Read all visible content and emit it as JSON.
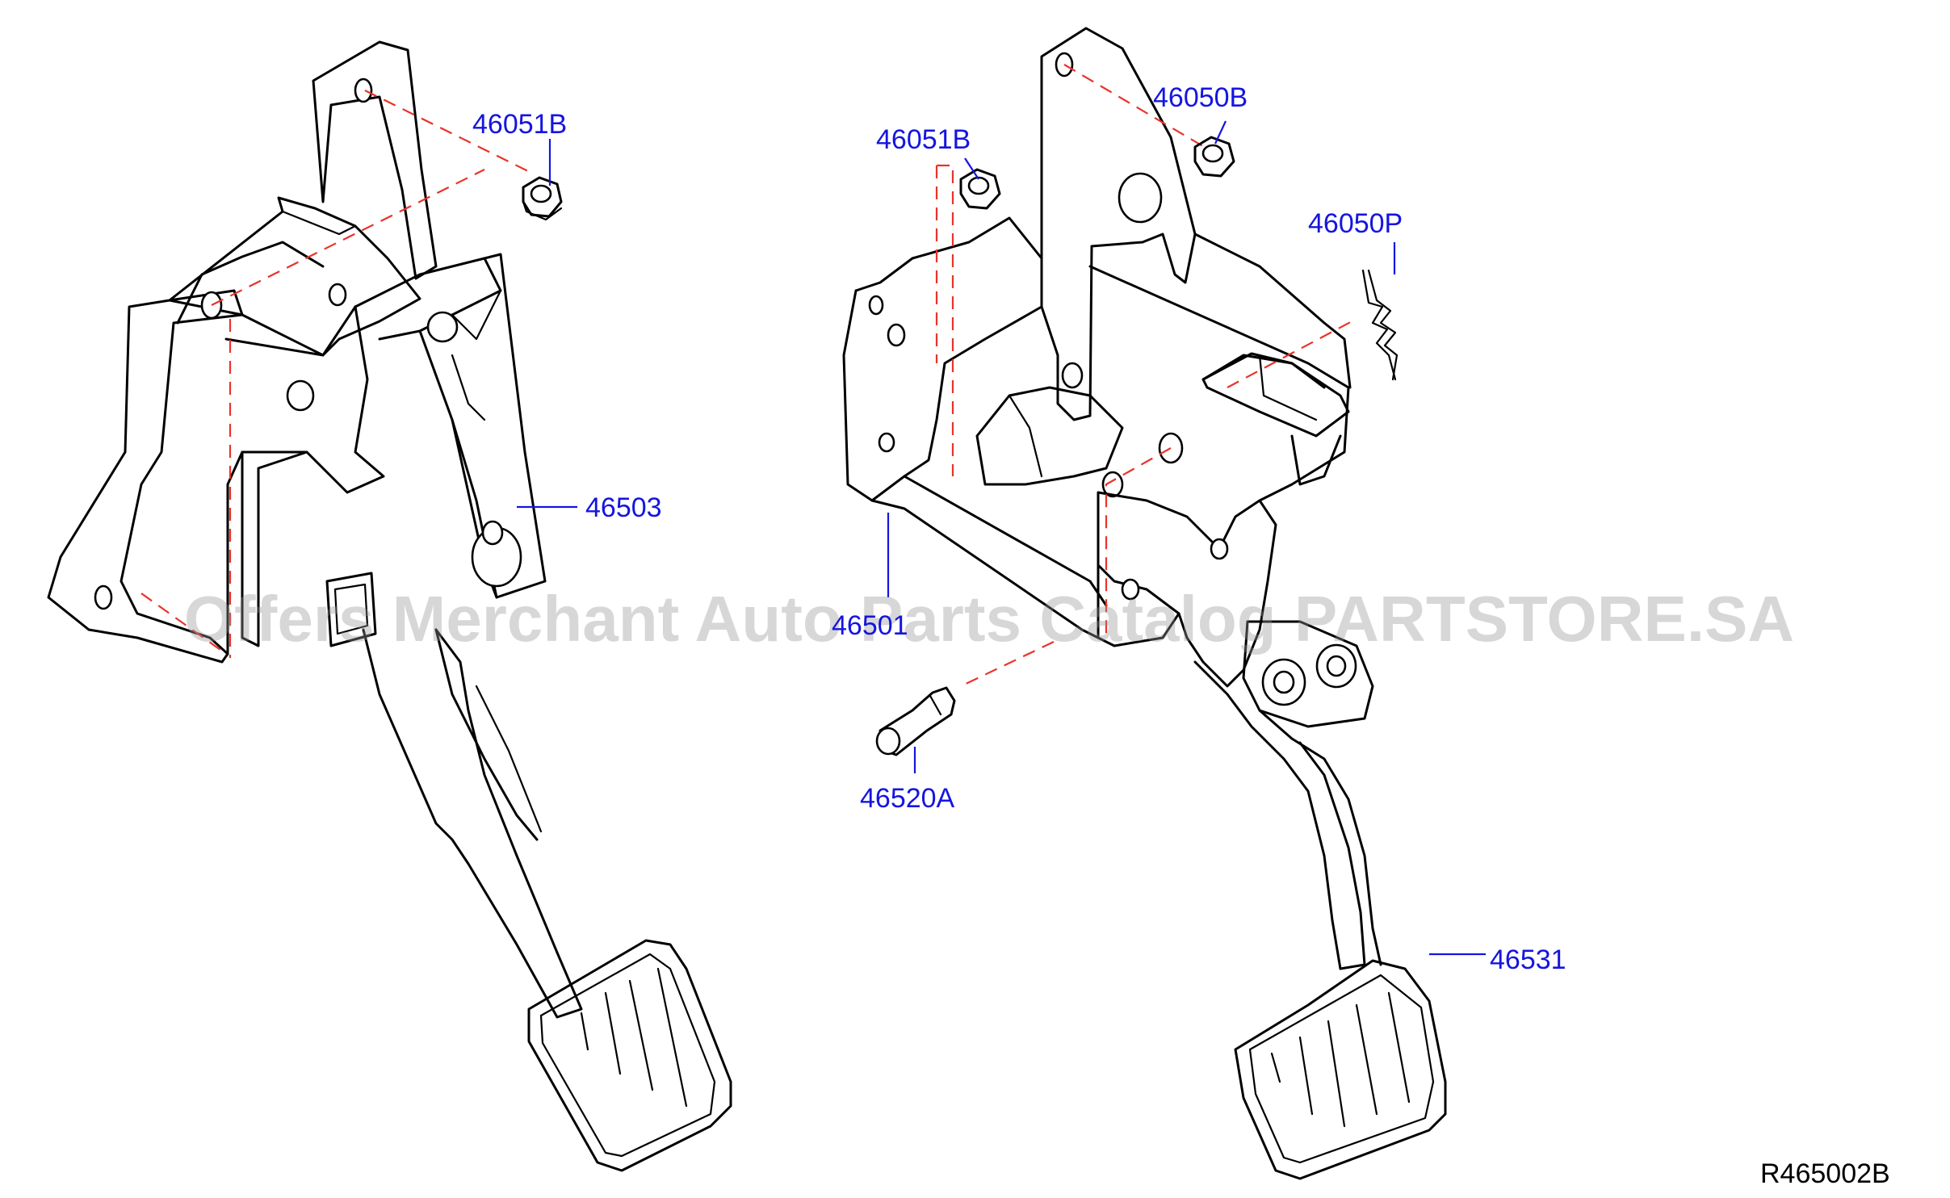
{
  "diagram_id": "R465002B",
  "watermark": "Offers Merchant Auto Parts Catalog PARTSTORE.SA",
  "colors": {
    "callout": "#1515e0",
    "guide_line": "#e8332a",
    "linework": "#000000"
  },
  "callouts": {
    "left_nut": "46051B",
    "left_pedal_assembly": "46503",
    "right_nut_left": "46051B",
    "right_nut_top": "46050B",
    "clip": "46050P",
    "bracket": "46501",
    "stopper": "46520A",
    "right_pedal_assembly": "46531"
  }
}
